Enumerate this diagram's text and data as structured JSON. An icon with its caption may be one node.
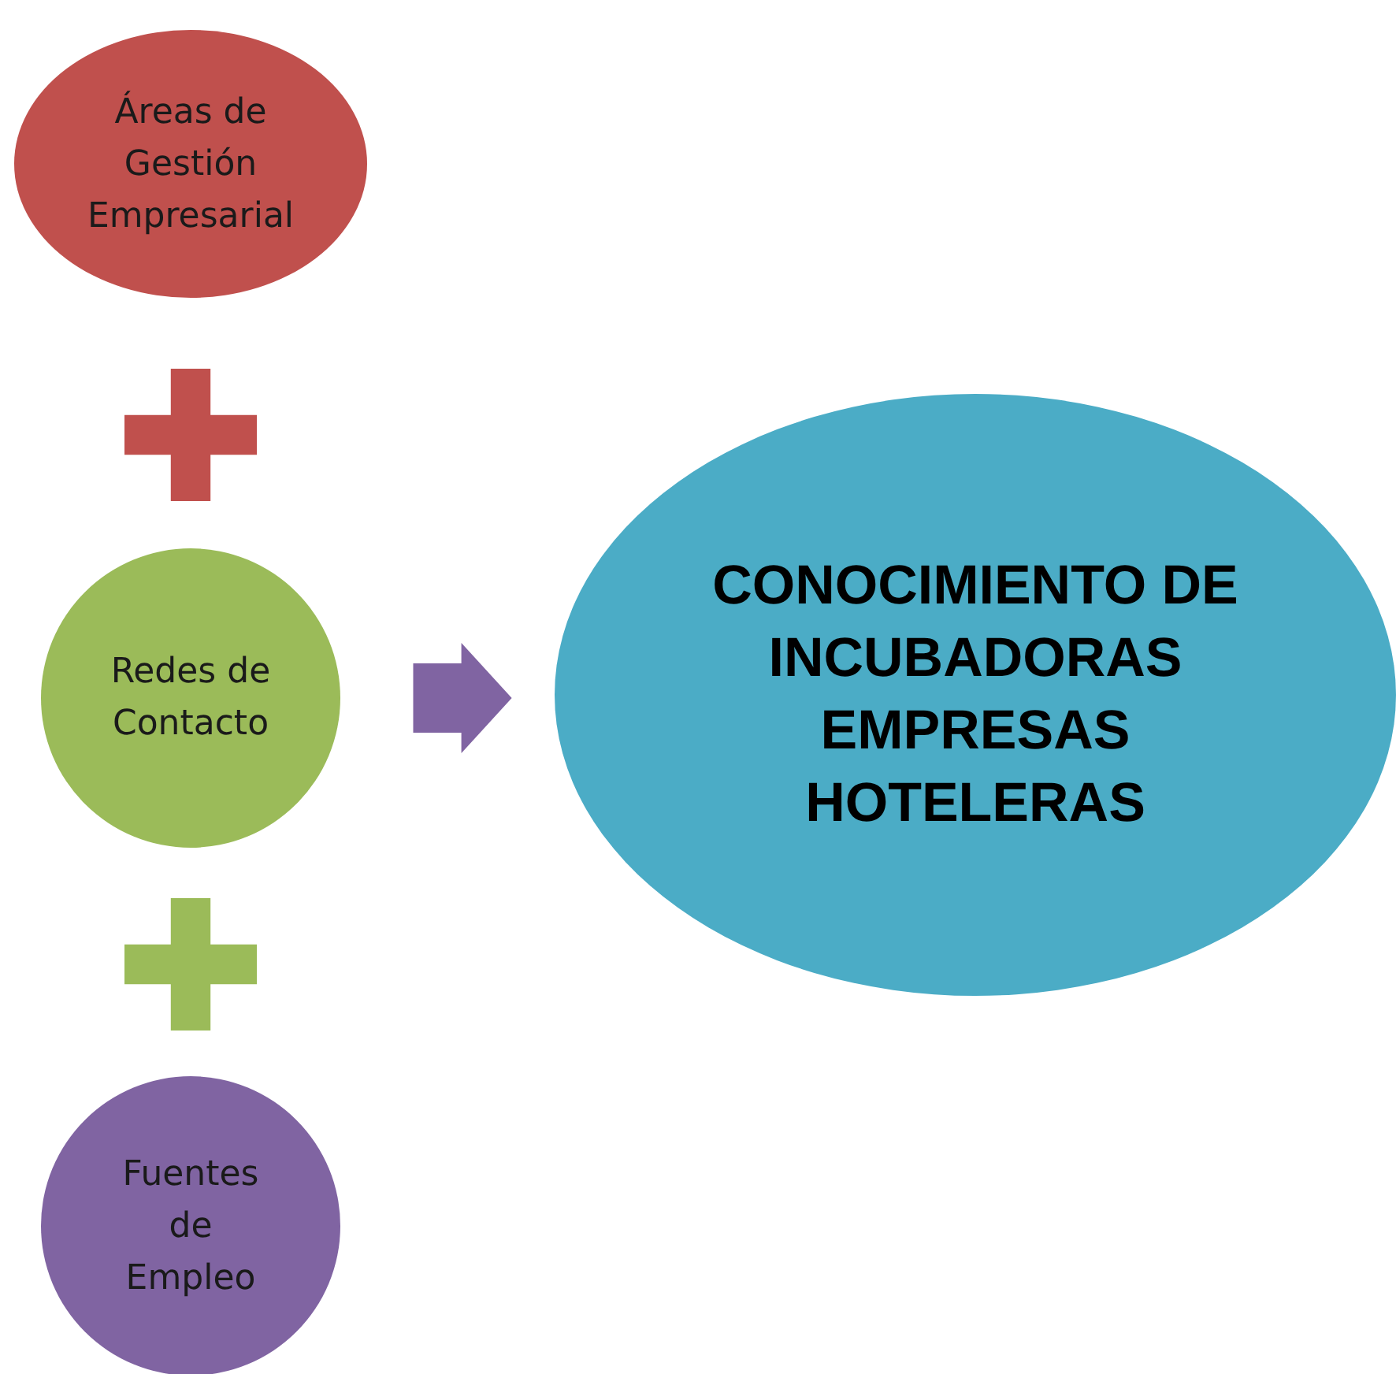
{
  "diagram": {
    "nodes": [
      {
        "text": [
          "Áreas de Gestión Empresarial"
        ]
      },
      {
        "text": [],
        "shape": "plus"
      },
      {
        "text": [
          "Redes de Contacto"
        ]
      },
      {
        "text": [],
        "shape": "plus"
      },
      {
        "text": [
          "Fuentes de Empleo"
        ]
      },
      {
        "text": [
          "CONOCIMIENTO DE INCUBADORAS EMPRESAS HOTELERAS"
        ]
      }
    ],
    "edges": [
      {
        "from": 2,
        "to": 5,
        "arrow": "to",
        "style": "thick",
        "color": "#8064a2"
      }
    ]
  }
}
